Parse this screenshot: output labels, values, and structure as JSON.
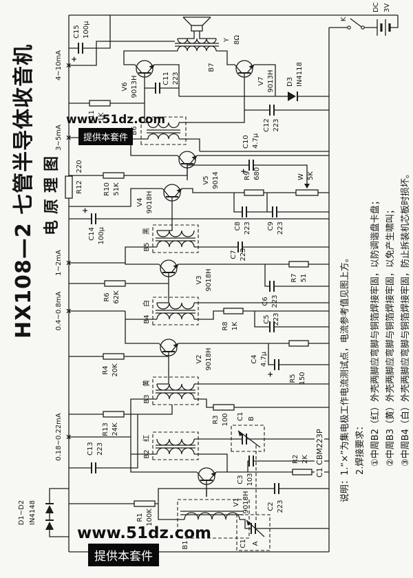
{
  "title": {
    "main": "HX108—2 七管半导体收音机",
    "sub": "电原理图"
  },
  "watermark": {
    "site": "www.51dz.com",
    "slogan": "提供本套件"
  },
  "battery": {
    "switch_label": "K",
    "dc_label": "DC",
    "voltage": "3V"
  },
  "speaker": {
    "ref": "Y",
    "impedance": "8Ω"
  },
  "current_tests": {
    "mark": "×",
    "i1": "0.18~0.22mA",
    "i2": "0.4~0.8mA",
    "i3": "1~2mA",
    "i4": "3~5mA",
    "i5": "4~10mA"
  },
  "transistors": {
    "v1": {
      "ref": "V1",
      "type": "9018H"
    },
    "v2": {
      "ref": "V2",
      "type": "9018H"
    },
    "v3": {
      "ref": "V3",
      "type": "9018H"
    },
    "v4": {
      "ref": "V4",
      "type": "9018H"
    },
    "v5": {
      "ref": "V5",
      "type": "9014"
    },
    "v6": {
      "ref": "V6",
      "type": "9013H"
    },
    "v7": {
      "ref": "V7",
      "type": "9013H"
    }
  },
  "transformers": {
    "b1": {
      "ref": "B1"
    },
    "b2": {
      "ref": "B2",
      "color": "红"
    },
    "b3": {
      "ref": "B3",
      "color": "黄"
    },
    "b4": {
      "ref": "B4",
      "color": "白"
    },
    "b5": {
      "ref": "B5",
      "color": "黑"
    },
    "b6": {
      "ref": "B6"
    },
    "b7": {
      "ref": "B7"
    }
  },
  "resistors": {
    "r1": {
      "ref": "R1",
      "value": "100K"
    },
    "r2": {
      "ref": "R2",
      "value": "2K"
    },
    "r3": {
      "ref": "R3",
      "value": "100"
    },
    "r4": {
      "ref": "R4",
      "value": "20K"
    },
    "r5": {
      "ref": "R5",
      "value": "150"
    },
    "r6": {
      "ref": "R6",
      "value": "62K"
    },
    "r7": {
      "ref": "R7",
      "value": "51"
    },
    "r8": {
      "ref": "R8",
      "value": "1K"
    },
    "r9": {
      "ref": "R9",
      "value": "680"
    },
    "r10": {
      "ref": "R10",
      "value": "51K"
    },
    "r11": {
      "ref": "R11",
      "value": "1K"
    },
    "r12": {
      "ref": "R12",
      "value": "220"
    },
    "r13": {
      "ref": "R13",
      "value": "24K"
    },
    "w": {
      "ref": "W",
      "value": "5K"
    }
  },
  "capacitors": {
    "plus": "+",
    "c2": {
      "ref": "C2",
      "value": "223"
    },
    "c3": {
      "ref": "C3",
      "value": "103"
    },
    "c4": {
      "ref": "C4",
      "value": "4.7μ"
    },
    "c5": {
      "ref": "C5",
      "value": "223"
    },
    "c6": {
      "ref": "C6",
      "value": "223"
    },
    "c7": {
      "ref": "C7",
      "value": "223"
    },
    "c8": {
      "ref": "C8",
      "value": "223"
    },
    "c9": {
      "ref": "C9",
      "value": "223"
    },
    "c10": {
      "ref": "C10",
      "value": "4.7μ"
    },
    "c11": {
      "ref": "C11",
      "value": "223"
    },
    "c12": {
      "ref": "C12",
      "value": "223"
    },
    "c13": {
      "ref": "C13",
      "value": "223"
    },
    "c14": {
      "ref": "C14",
      "value": "100μ"
    },
    "c15": {
      "ref": "C15",
      "value": "100μ"
    }
  },
  "tuning_gang": {
    "name": "C1 CBM223P",
    "ref": "C1",
    "section_a": "A",
    "section_b": "B"
  },
  "diodes": {
    "d12": {
      "ref": "D1~D2",
      "type": "IN4148"
    },
    "d3": {
      "ref": "D3",
      "type": "IN4118"
    }
  },
  "notes": {
    "line1": "说明：1.“×”为集电极工作电流测试点，电流参考值见图上方。",
    "line2": "2.焊接要求：",
    "line3": "①中周B2（红）外壳两脚应弯脚与铜箔焊接牢固，以防调谐盘卡盘；",
    "line4": "②中周B3（黄）外壳两脚应弯脚与铜箔焊接牢固，以免产生啸叫；",
    "line5": "③中周B4（白）外壳两脚应弯脚与铜箔焊接牢固，防止拆装机芯板时损坏。"
  }
}
